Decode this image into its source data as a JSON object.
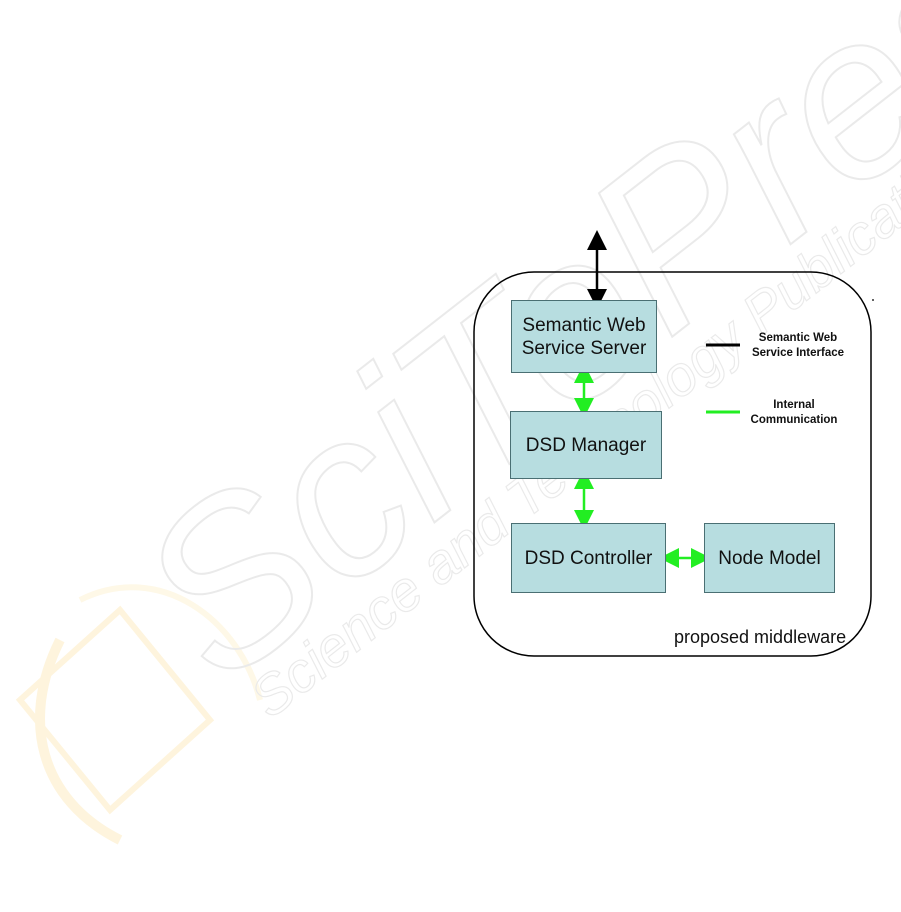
{
  "watermark": {
    "big_text": "SciTePress",
    "sub_text": "Science and Technology Publications"
  },
  "diagram": {
    "container_label": "proposed middleware",
    "blocks": {
      "sws_server": "Semantic Web\nService Server",
      "dsd_manager": "DSD Manager",
      "dsd_controller": "DSD Controller",
      "node_model": "Node Model"
    },
    "legend": {
      "sws_interface": "Semantic Web\nService Interface",
      "internal": "Internal\nCommunication"
    },
    "colors": {
      "box_fill": "#b7dde0",
      "external_link": "#000000",
      "internal_link": "#22ee22"
    }
  }
}
